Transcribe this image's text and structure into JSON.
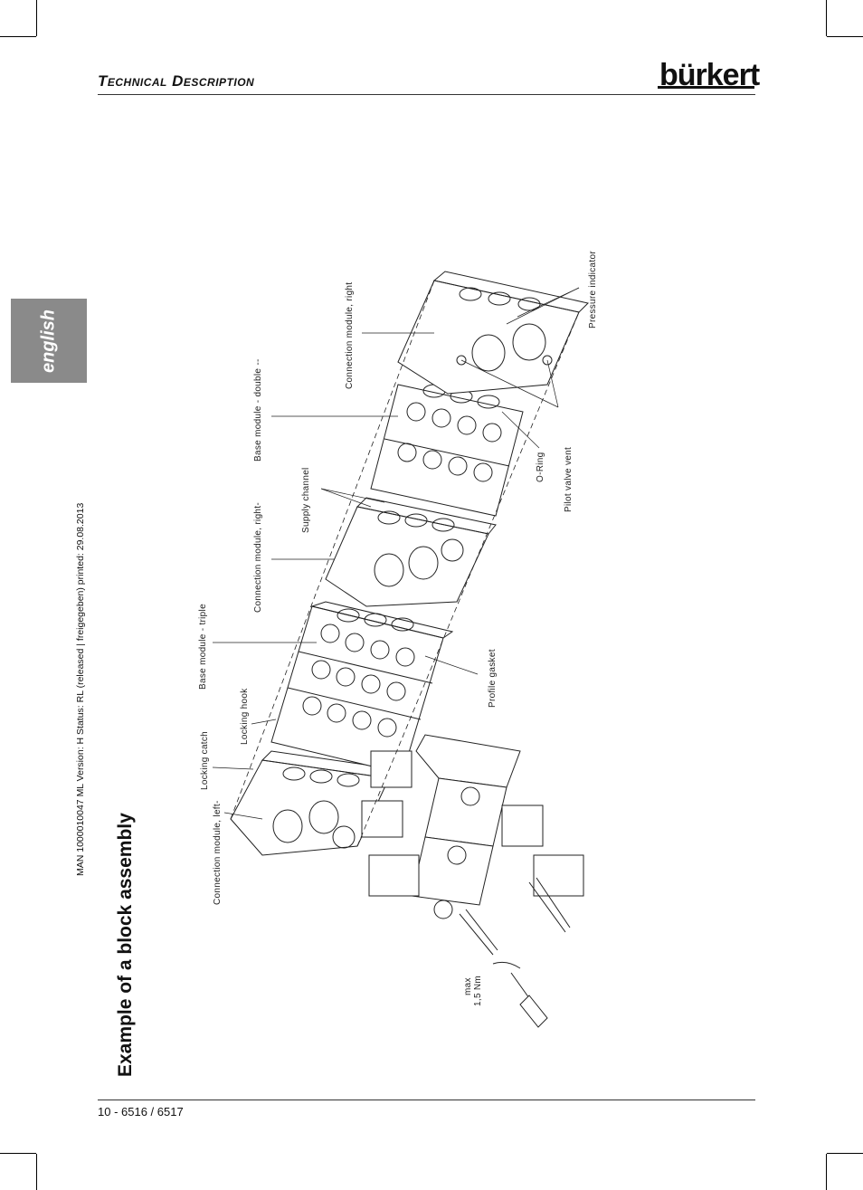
{
  "header": {
    "title": "Technical Description",
    "logo": "bürkert"
  },
  "side_tab": {
    "label": "english"
  },
  "document_meta": "MAN  1000010047  ML  Version: H  Status: RL (released | freigegeben)  printed: 29.08.2013",
  "section_title": "Example of a block assembly",
  "labels": {
    "connection_left": "Connection module, left-",
    "locking_catch": "Locking catch",
    "locking_hook": "Locking hook",
    "base_triple": "Base module - triple",
    "connection_right_minus": "Connection module, right-",
    "supply_channel": "Supply channel",
    "base_double": "Base module - double --",
    "connection_right": "Connection module, right",
    "pressure_indicator": "Pressure indicator",
    "o_ring": "O-Ring",
    "pilot_valve_vent": "Pilot valve vent",
    "profile_gasket": "Profile gasket",
    "torque_max": "max",
    "torque_value": "1,5 Nm"
  },
  "footer": {
    "page": "10  -  6516 / 6517"
  }
}
